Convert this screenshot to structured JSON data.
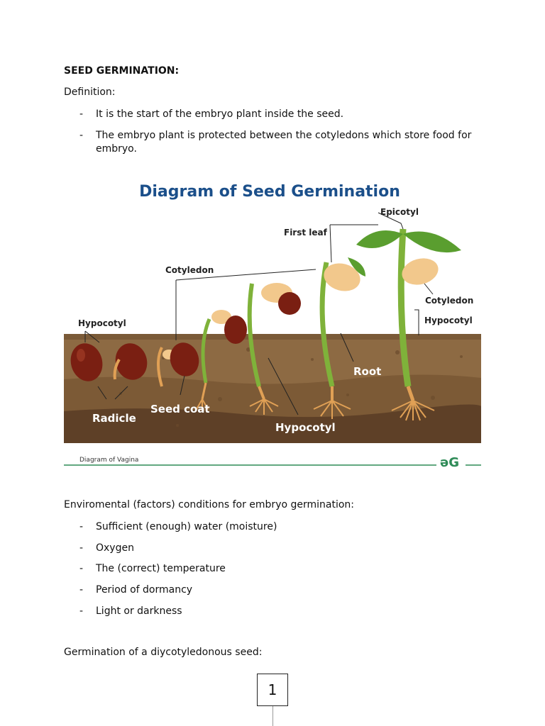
{
  "document": {
    "title": "SEED GERMINATION:",
    "definition_label": "Definition:",
    "definition_points": [
      "It is the start of the embryo plant inside the seed.",
      "The embryo plant is protected between the cotyledons which store food for embryo."
    ],
    "bullet_marker": "-",
    "factors_intro": "Enviromental (factors) conditions for embryo germination:",
    "factors": [
      "Sufficient (enough) water (moisture)",
      "Oxygen",
      "The (correct) temperature",
      "Period of dormancy",
      "Light or darkness"
    ],
    "dicot_heading": "Germination of a diycotyledonous seed:",
    "page_number": "1"
  },
  "diagram": {
    "title": "Diagram of Seed Germination",
    "labels": {
      "epicotyl": "Epicotyl",
      "first_leaf": "First leaf",
      "cotyledon_top": "Cotyledon",
      "cotyledon_right": "Cotyledon",
      "hypocotyl_left": "Hypocotyl",
      "hypocotyl_right": "Hypocotyl",
      "hypocotyl_bottom": "Hypocotyl",
      "root": "Root",
      "radicle": "Radicle",
      "seed_coat": "Seed coat"
    },
    "caption": "Diagram of Vagina",
    "brand": "ǝǤ",
    "colors": {
      "title": "#1b4f8a",
      "soil_top": "#7a5a37",
      "soil_mid": "#8d6a43",
      "soil_bottom": "#5e4027",
      "seed": "#7a1f12",
      "stem": "#7fb23a",
      "leaf": "#5a9e2f",
      "cotyledon": "#f2c88c",
      "root": "#e0a055",
      "caption_line": "#2e8b57"
    }
  }
}
